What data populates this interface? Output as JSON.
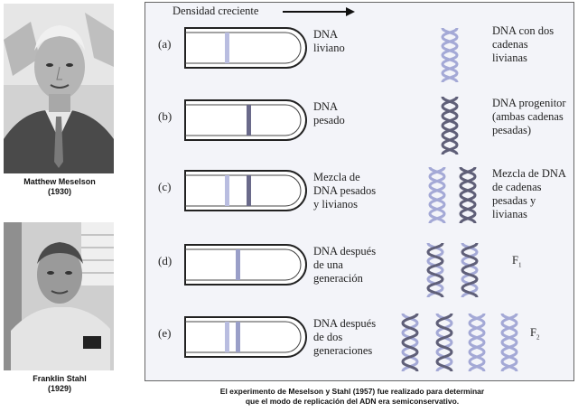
{
  "left_panel": {
    "person1": {
      "name": "Matthew Meselson",
      "year": "(1930)"
    },
    "person2": {
      "name": "Franklin Stahl",
      "year": "(1929)"
    }
  },
  "diagram": {
    "axis_title": "Densidad creciente",
    "rows": [
      {
        "letter": "(a)",
        "desc": [
          "DNA",
          "liviano"
        ],
        "strand_desc": [
          "DNA con dos",
          "cadenas",
          "livianas"
        ],
        "gen_label": ""
      },
      {
        "letter": "(b)",
        "desc": [
          "DNA",
          "pesado"
        ],
        "strand_desc": [
          "DNA progenitor",
          "(ambas cadenas",
          "pesadas)"
        ],
        "gen_label": ""
      },
      {
        "letter": "(c)",
        "desc": [
          "Mezcla de",
          "DNA pesados",
          "y livianos"
        ],
        "strand_desc": [
          "Mezcla de DNA",
          "de cadenas",
          "pesadas y",
          "livianas"
        ],
        "gen_label": ""
      },
      {
        "letter": "(d)",
        "desc": [
          "DNA después",
          "de una",
          "generación"
        ],
        "strand_desc": [],
        "gen_label": "F",
        "gen_sub": "1"
      },
      {
        "letter": "(e)",
        "desc": [
          "DNA después",
          "de dos",
          "generaciones"
        ],
        "strand_desc": [],
        "gen_label": "F",
        "gen_sub": "2"
      }
    ]
  },
  "caption": {
    "line1": "El experimento de Meselson y Stahl (1957) fue realizado para determinar",
    "line2": "que el modo de replicación del ADN era semiconservativo."
  },
  "colors": {
    "light_band": "#b9bde0",
    "heavy_band": "#6a6a8a",
    "light_strand": "#a4a9d6",
    "heavy_strand": "#5f5f78"
  }
}
